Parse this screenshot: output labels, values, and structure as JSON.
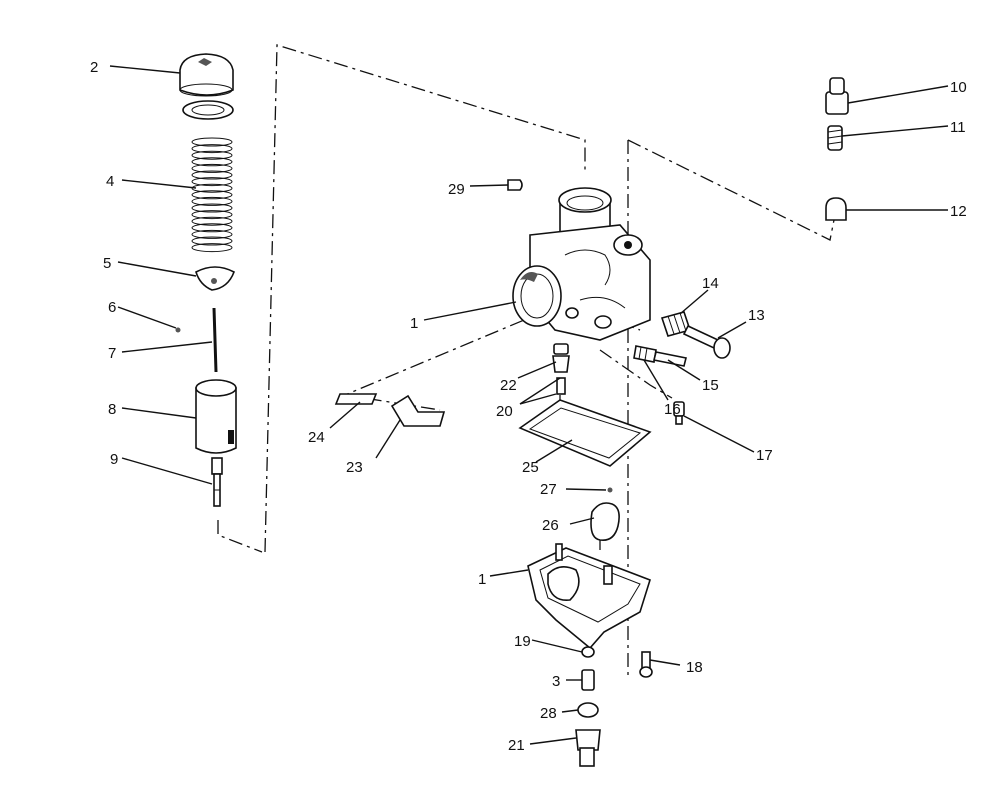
{
  "diagram": {
    "callouts": [
      {
        "id": "c2",
        "text": "2"
      },
      {
        "id": "c4",
        "text": "4"
      },
      {
        "id": "c5",
        "text": "5"
      },
      {
        "id": "c6",
        "text": "6"
      },
      {
        "id": "c7",
        "text": "7"
      },
      {
        "id": "c8",
        "text": "8"
      },
      {
        "id": "c9",
        "text": "9"
      },
      {
        "id": "c10",
        "text": "10"
      },
      {
        "id": "c11",
        "text": "11"
      },
      {
        "id": "c12",
        "text": "12"
      },
      {
        "id": "c29",
        "text": "29"
      },
      {
        "id": "c1a",
        "text": "1"
      },
      {
        "id": "c14",
        "text": "14"
      },
      {
        "id": "c13",
        "text": "13"
      },
      {
        "id": "c22",
        "text": "22"
      },
      {
        "id": "c20",
        "text": "20"
      },
      {
        "id": "c15",
        "text": "15"
      },
      {
        "id": "c16",
        "text": "16"
      },
      {
        "id": "c17",
        "text": "17"
      },
      {
        "id": "c24",
        "text": "24"
      },
      {
        "id": "c23",
        "text": "23"
      },
      {
        "id": "c25",
        "text": "25"
      },
      {
        "id": "c27",
        "text": "27"
      },
      {
        "id": "c26",
        "text": "26"
      },
      {
        "id": "c1b",
        "text": "1"
      },
      {
        "id": "c19",
        "text": "19"
      },
      {
        "id": "c18",
        "text": "18"
      },
      {
        "id": "c3",
        "text": "3"
      },
      {
        "id": "c28",
        "text": "28"
      },
      {
        "id": "c21",
        "text": "21"
      }
    ]
  }
}
